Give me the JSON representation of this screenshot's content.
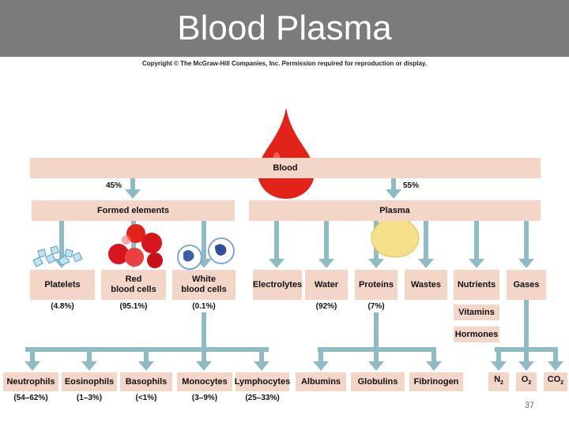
{
  "slide": {
    "title": "Blood Plasma",
    "copyright": "Copyright © The McGraw-Hill Companies, Inc. Permission required for reproduction or display.",
    "page_number": "37"
  },
  "colors": {
    "title_bar": "#7b7b7b",
    "box": "#f3d6c7",
    "arrow": "#8fbcc4",
    "blood": "#e2231a",
    "plasma": "#f5e08a"
  },
  "diagram": {
    "root": {
      "label": "Blood"
    },
    "split": {
      "left_pct": "45%",
      "right_pct": "55%"
    },
    "formed_elements": {
      "label": "Formed elements",
      "children": [
        {
          "label": "Platelets",
          "pct": "(4.8%)"
        },
        {
          "label": "Red\nblood cells",
          "pct": "(95.1%)"
        },
        {
          "label": "White\nblood cells",
          "pct": "(0.1%)"
        }
      ]
    },
    "plasma": {
      "label": "Plasma",
      "children": [
        {
          "label": "Electrolytes",
          "pct": ""
        },
        {
          "label": "Water",
          "pct": "(92%)"
        },
        {
          "label": "Proteins",
          "pct": "(7%)"
        },
        {
          "label": "Wastes",
          "pct": ""
        },
        {
          "label": "Nutrients",
          "pct": ""
        },
        {
          "label": "Gases",
          "pct": ""
        }
      ],
      "extras": [
        "Vitamins",
        "Hormones"
      ]
    },
    "leukocytes": [
      {
        "label": "Neutrophils",
        "pct": "(54–62%)"
      },
      {
        "label": "Eosinophils",
        "pct": "(1–3%)"
      },
      {
        "label": "Basophils",
        "pct": "(<1%)"
      },
      {
        "label": "Monocytes",
        "pct": "(3–9%)"
      },
      {
        "label": "Lymphocytes",
        "pct": "(25–33%)"
      }
    ],
    "proteins": [
      {
        "label": "Albumins"
      },
      {
        "label": "Globulins"
      },
      {
        "label": "Fibrinogen"
      }
    ],
    "gases": [
      {
        "base": "N",
        "sub": "2"
      },
      {
        "base": "O",
        "sub": "2"
      },
      {
        "base": "CO",
        "sub": "2"
      }
    ]
  }
}
